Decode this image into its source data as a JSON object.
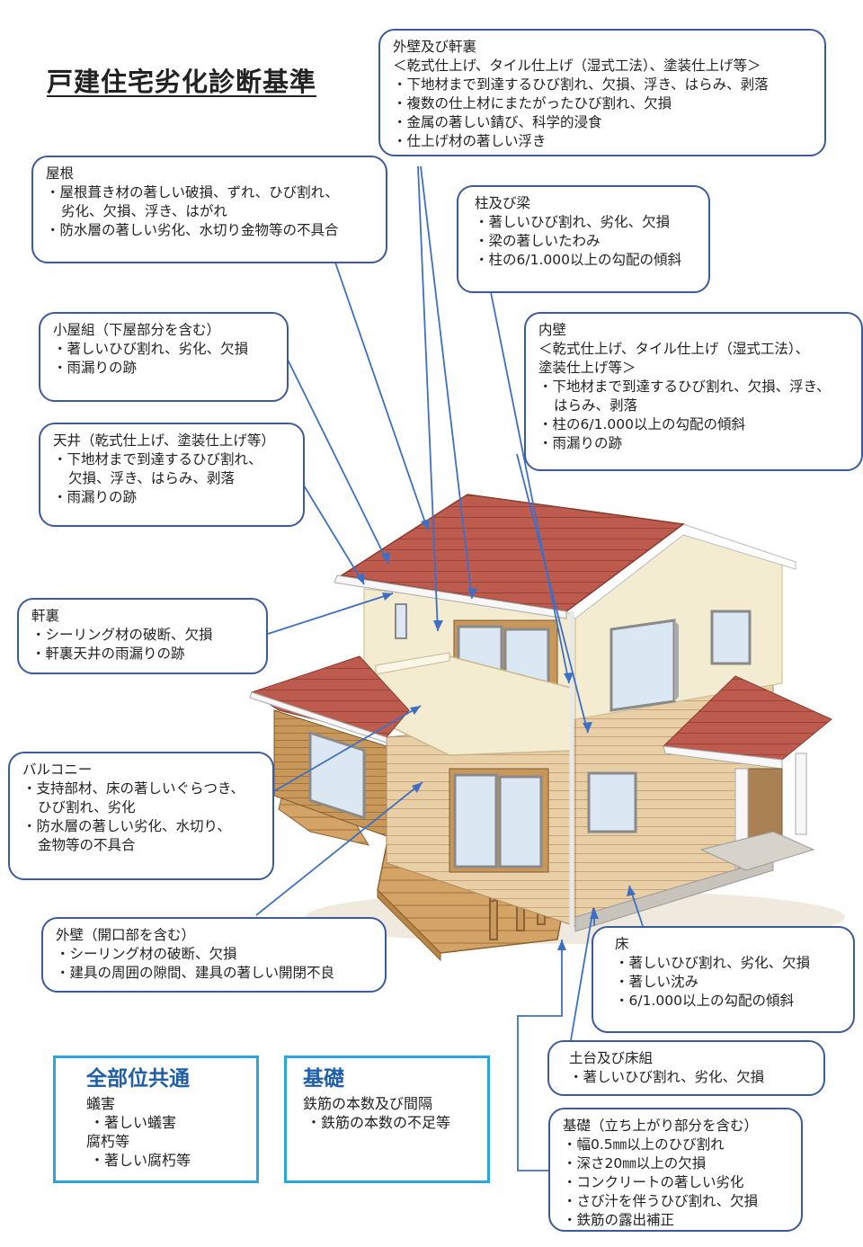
{
  "title": "戸建住宅劣化診断基準",
  "boxes": {
    "exterior_eaves": {
      "heading": "外壁及び軒裏",
      "subheading": "＜乾式仕上げ、タイル仕上げ（湿式工法）、塗装仕上げ等＞",
      "items": [
        "下地材まで到達するひび割れ、欠損、浮き、はらみ、剥落",
        "複数の仕上材にまたがったひび割れ、欠損",
        "金属の著しい錆び、科学的浸食",
        "仕上げ材の著しい浮き"
      ]
    },
    "roof": {
      "heading": "屋根",
      "items": [
        "屋根葺き材の著しい破損、ずれ、ひび割れ、",
        "劣化、欠損、浮き、はがれ",
        "防水層の著しい劣化、水切り金物等の不具合"
      ]
    },
    "columns_beams": {
      "heading": "柱及び梁",
      "items": [
        "著しいひび割れ、劣化、欠損",
        "梁の著しいたわみ",
        "柱の6/1.000以上の勾配の傾斜"
      ]
    },
    "attic": {
      "heading": "小屋組（下屋部分を含む）",
      "items": [
        "著しいひび割れ、劣化、欠損",
        "雨漏りの跡"
      ]
    },
    "interior_wall": {
      "heading": "内壁",
      "subheading": "＜乾式仕上げ、タイル仕上げ（湿式工法）、",
      "subheading2": "塗装仕上げ等＞",
      "items": [
        "下地材まで到達するひび割れ、欠損、浮き、",
        "はらみ、剥落",
        "柱の6/1.000以上の勾配の傾斜",
        "雨漏りの跡"
      ]
    },
    "ceiling": {
      "heading": "天井（乾式仕上げ、塗装仕上げ等）",
      "items": [
        "下地材まで到達するひび割れ、",
        "欠損、浮き、はらみ、剥落",
        "雨漏りの跡"
      ]
    },
    "soffit": {
      "heading": "軒裏",
      "items": [
        "シーリング材の破断、欠損",
        "軒裏天井の雨漏りの跡"
      ]
    },
    "balcony": {
      "heading": "バルコニー",
      "items": [
        "支持部材、床の著しいぐらつき、",
        "ひび割れ、劣化",
        "防水層の著しい劣化、水切り、",
        "金物等の不具合"
      ]
    },
    "exterior_openings": {
      "heading": "外壁（開口部を含む）",
      "items": [
        "シーリング材の破断、欠損",
        "建具の周囲の隙間、建具の著しい開閉不良"
      ]
    },
    "floor": {
      "heading": "床",
      "items": [
        "著しいひび割れ、劣化、欠損",
        "著しい沈み",
        "6/1.000以上の勾配の傾斜"
      ]
    },
    "sill_floor_framing": {
      "heading": "土台及び床組",
      "items": [
        "著しいひび割れ、劣化、欠損"
      ]
    },
    "foundation_riser": {
      "heading": "基礎（立ち上がり部分を含む）",
      "items": [
        "幅0.5㎜以上のひび割れ",
        "深さ20㎜以上の欠損",
        "コンクリートの著しい劣化",
        "さび汁を伴うひび割れ、欠損",
        "鉄筋の露出補正"
      ]
    }
  },
  "common_all": {
    "heading": "全部位共通",
    "groups": [
      {
        "label": "蟻害",
        "item": "著しい蟻害"
      },
      {
        "label": "腐朽等",
        "item": "著しい腐朽等"
      }
    ]
  },
  "foundation": {
    "heading": "基礎",
    "label": "鉄筋の本数及び間隔",
    "item": "鉄筋の本数の不足等"
  },
  "colors": {
    "box_border": "#3d5a9c",
    "leader_line": "#3f6fc4",
    "common_border": "#2aa6dc",
    "common_heading": "#1f5fa8",
    "roof": "#b8574a",
    "wall_cream": "#f3ecd0",
    "siding": "#e6c9a0",
    "wood": "#c79a5e"
  }
}
